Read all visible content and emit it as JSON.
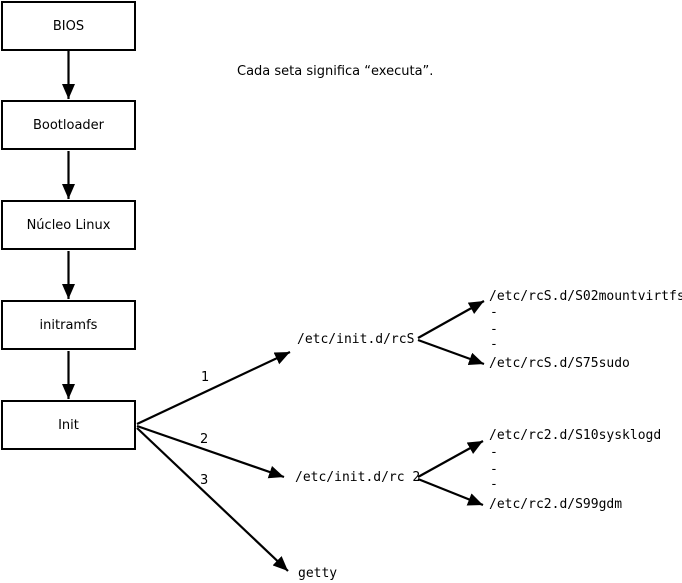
{
  "annotation": "Cada seta significa “executa”.",
  "flow_boxes": [
    {
      "label": "BIOS"
    },
    {
      "label": "Bootloader"
    },
    {
      "label": "Núcleo Linux"
    },
    {
      "label": "initramfs"
    },
    {
      "label": "Init"
    }
  ],
  "branches": [
    {
      "number": "1",
      "target": "/etc/init.d/rcS"
    },
    {
      "number": "2",
      "target": "/etc/init.d/rc 2"
    },
    {
      "number": "3",
      "target": "getty"
    }
  ],
  "rcS_column": {
    "first": "/etc/rcS.d/S02mountvirtfs",
    "dashes": [
      "-",
      "-",
      "-"
    ],
    "last": "/etc/rcS.d/S75sudo"
  },
  "rc2_column": {
    "first": "/etc/rc2.d/S10sysklogd",
    "dashes": [
      "-",
      "-",
      "-"
    ],
    "last": "/etc/rc2.d/S99gdm"
  },
  "colors": {
    "line": "#000000",
    "box_fill": "#ffffff",
    "text": "#000000",
    "background": "#ffffff"
  }
}
